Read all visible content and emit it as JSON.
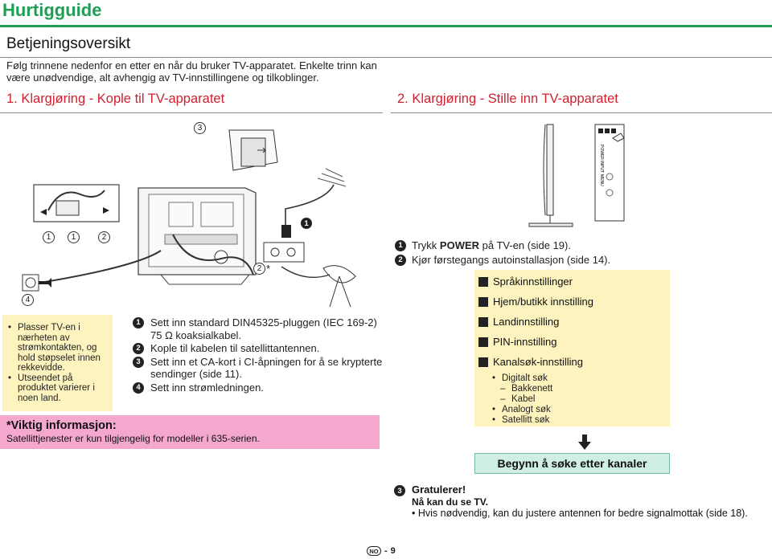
{
  "header": {
    "title": "Hurtigguide"
  },
  "section": {
    "title": "Betjeningsoversikt",
    "intro": "Følg trinnene nedenfor en etter en når du bruker TV-apparatet. Enkelte trinn kan være unødvendige, alt avhengig av TV-innstillingene og tilkoblinger."
  },
  "step1": {
    "heading": "1. Klargjøring - Kople til TV-apparatet"
  },
  "step2": {
    "heading": "2. Klargjøring - Stille inn TV-apparatet"
  },
  "callouts": {
    "c3": "3",
    "c1a": "1",
    "c1b": "1",
    "c2": "2",
    "c1_antenna": "1",
    "c2_star": "2",
    "star": "*",
    "c4": "4"
  },
  "yellow_note": {
    "items": [
      "Plasser TV-en i nærheten av strømkontakten, og hold støpselet innen rekkevidde.",
      "Utseendet på produktet varierer i noen land."
    ]
  },
  "connect_steps": [
    {
      "num": "1",
      "text": "Sett inn standard DIN45325-pluggen (IEC 169-2) 75 Ω koaksialkabel."
    },
    {
      "num": "2",
      "text": "Kople til kabelen til satellittantennen."
    },
    {
      "num": "3",
      "text": "Sett inn et CA-kort i CI-åpningen for å se krypterte sendinger (side 11)."
    },
    {
      "num": "4",
      "text": "Sett inn strømledningen."
    }
  ],
  "important": {
    "title": "*Viktig informasjon:",
    "text": "Satellittjenester er kun tilgjengelig for modeller i 635-serien."
  },
  "setup_steps": [
    {
      "num": "1",
      "prefix": "Trykk ",
      "bold": "POWER",
      "suffix": " på TV-en (side 19)."
    },
    {
      "num": "2",
      "prefix": "Kjør førstegangs autoinstallasjon (side 14).",
      "bold": "",
      "suffix": ""
    }
  ],
  "flow": {
    "items": [
      "Språkinnstillinger",
      "Hjem/butikk innstilling",
      "Landinnstilling",
      "PIN-innstilling",
      "Kanalsøk-innstilling"
    ],
    "sub": {
      "digital": "Digitalt søk",
      "bakkenett": "Bakkenett",
      "kabel": "Kabel",
      "analog": "Analogt søk",
      "satellitt": "Satellitt søk"
    },
    "start_button": "Begynn å søke etter kanaler"
  },
  "congrats": {
    "num": "3",
    "title": "Gratulerer!",
    "subtitle": "Nå kan du se TV.",
    "tip": "Hvis nødvendig, kan du justere antennen for bedre signalmottak (side 18)."
  },
  "tv_side_labels": [
    "POWER",
    "INPUT",
    "MENU"
  ],
  "footer": {
    "lang": "NO",
    "page": "9"
  },
  "colors": {
    "title_green": "#1f9e56",
    "heading_red": "#d02030",
    "note_yellow": "#fcf3bf",
    "important_pink": "#f4a8cd",
    "button_teal": "#cfeee6"
  }
}
